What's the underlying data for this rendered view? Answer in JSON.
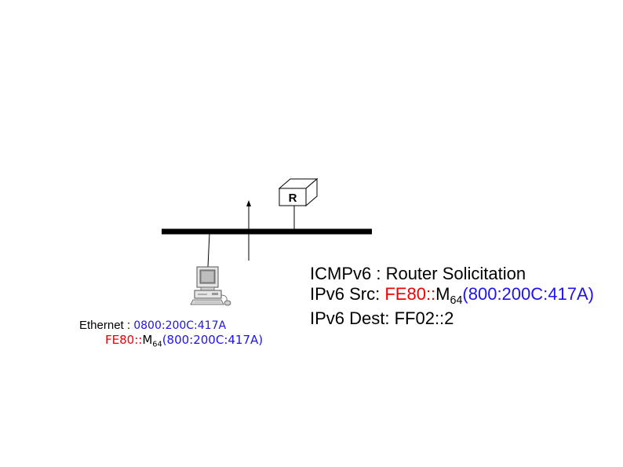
{
  "router": {
    "label": "R"
  },
  "host": {
    "ethernet_label": "Ethernet : ",
    "ethernet_addr": "0800:200C:417A",
    "ll_prefix": "FE80",
    "ll_sep": "::",
    "ll_m": "M",
    "ll_sub": "64",
    "ll_iface": "(800:200C:417A)"
  },
  "message": {
    "type_line": "ICMPv6 : Router Solicitation",
    "src_label": "IPv6 Src: ",
    "src_prefix": "FE80::",
    "src_m": "M",
    "src_sub": "64",
    "src_iface": "(800:200C:417A)",
    "dest_line": "IPv6 Dest: FF02::2"
  },
  "colors": {
    "prefix": "#f20000",
    "interface_id": "#1d12f5",
    "line": "#000000"
  }
}
